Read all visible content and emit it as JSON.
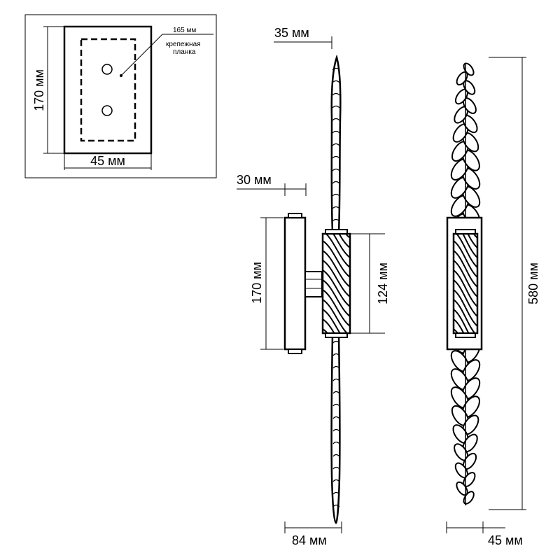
{
  "inset": {
    "height_label": "170 мм",
    "width_label": "45 мм",
    "bar_length_label": "165 мм",
    "bracket_label_line1": "крепежная",
    "bracket_label_line2": "планка"
  },
  "side_view": {
    "projection_label": "35 мм",
    "base_depth_label": "30 мм",
    "base_height_label": "170 мм",
    "holder_height_label": "124 мм",
    "total_depth_label": "84 мм"
  },
  "front_view": {
    "total_height_label": "580 мм",
    "width_label": "45 мм"
  }
}
